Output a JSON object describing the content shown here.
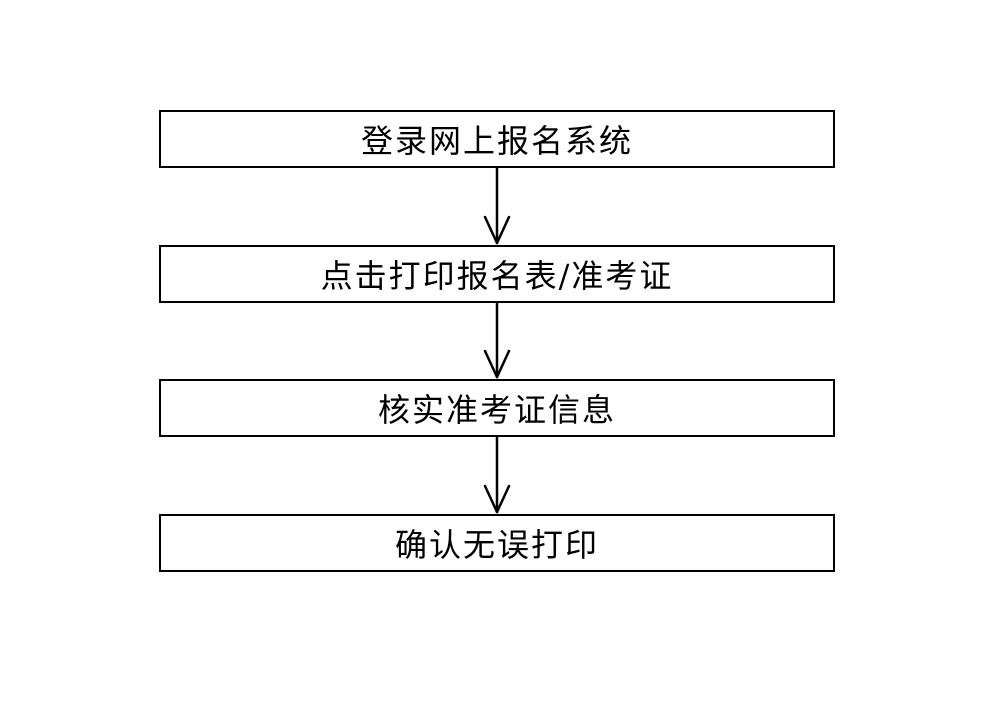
{
  "steps": [
    {
      "label": "登录网上报名系统"
    },
    {
      "label": "点击打印报名表/准考证"
    },
    {
      "label": "核实准考证信息"
    },
    {
      "label": "确认无误打印"
    }
  ],
  "colors": {
    "stroke": "#000000",
    "background": "#ffffff"
  }
}
